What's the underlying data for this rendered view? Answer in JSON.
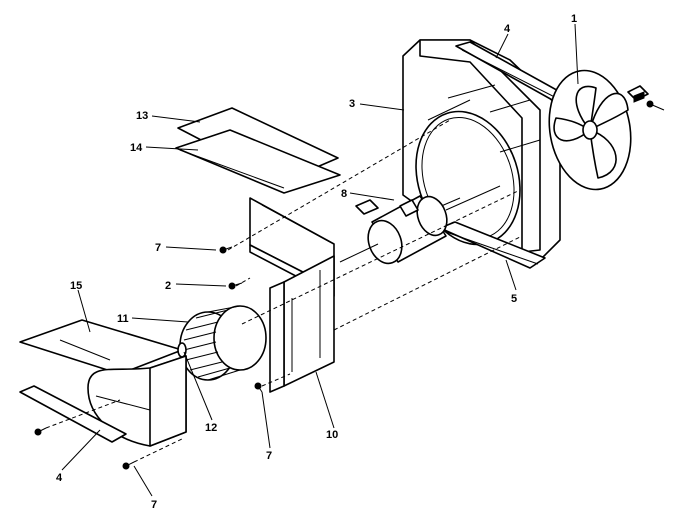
{
  "diagram": {
    "callouts": [
      {
        "id": "c1",
        "text": "1"
      },
      {
        "id": "c2",
        "text": "2"
      },
      {
        "id": "c3",
        "text": "3"
      },
      {
        "id": "c4a",
        "text": "4"
      },
      {
        "id": "c4b",
        "text": "4"
      },
      {
        "id": "c5",
        "text": "5"
      },
      {
        "id": "c7a",
        "text": "7"
      },
      {
        "id": "c7b",
        "text": "7"
      },
      {
        "id": "c7c",
        "text": "7"
      },
      {
        "id": "c8",
        "text": "8"
      },
      {
        "id": "c10",
        "text": "10"
      },
      {
        "id": "c11",
        "text": "11"
      },
      {
        "id": "c12",
        "text": "12"
      },
      {
        "id": "c13",
        "text": "13"
      },
      {
        "id": "c14",
        "text": "14"
      },
      {
        "id": "c15",
        "text": "15"
      }
    ]
  }
}
